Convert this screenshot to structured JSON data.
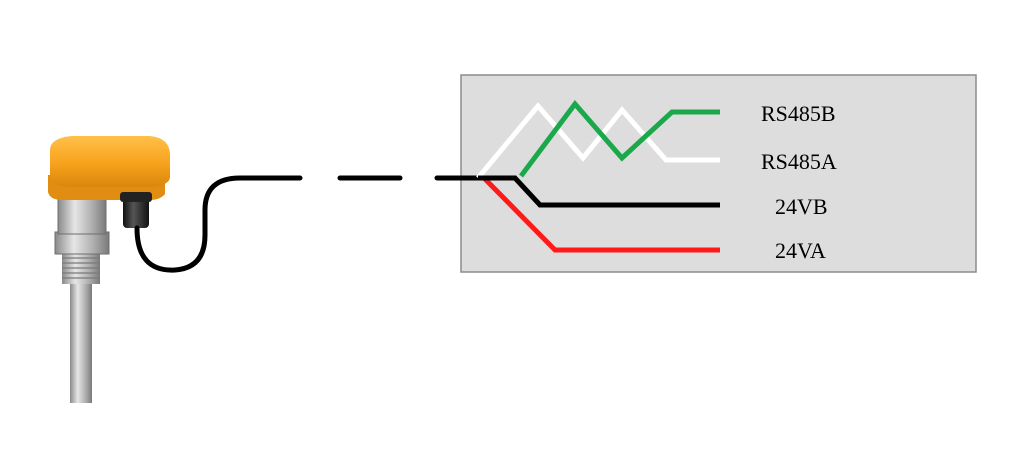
{
  "wiring": {
    "wires": [
      {
        "label": "RS485B",
        "color": "#1aa84a"
      },
      {
        "label": "RS485A",
        "color": "#ffffff"
      },
      {
        "label": "24VB",
        "color": "#000000"
      },
      {
        "label": "24VA",
        "color": "#ff1a1a"
      }
    ],
    "panel_color": "#dddddd",
    "cable_color": "#000000"
  },
  "device": {
    "housing_color": "#f7a21b",
    "probe_color": "#b8b8b8"
  }
}
